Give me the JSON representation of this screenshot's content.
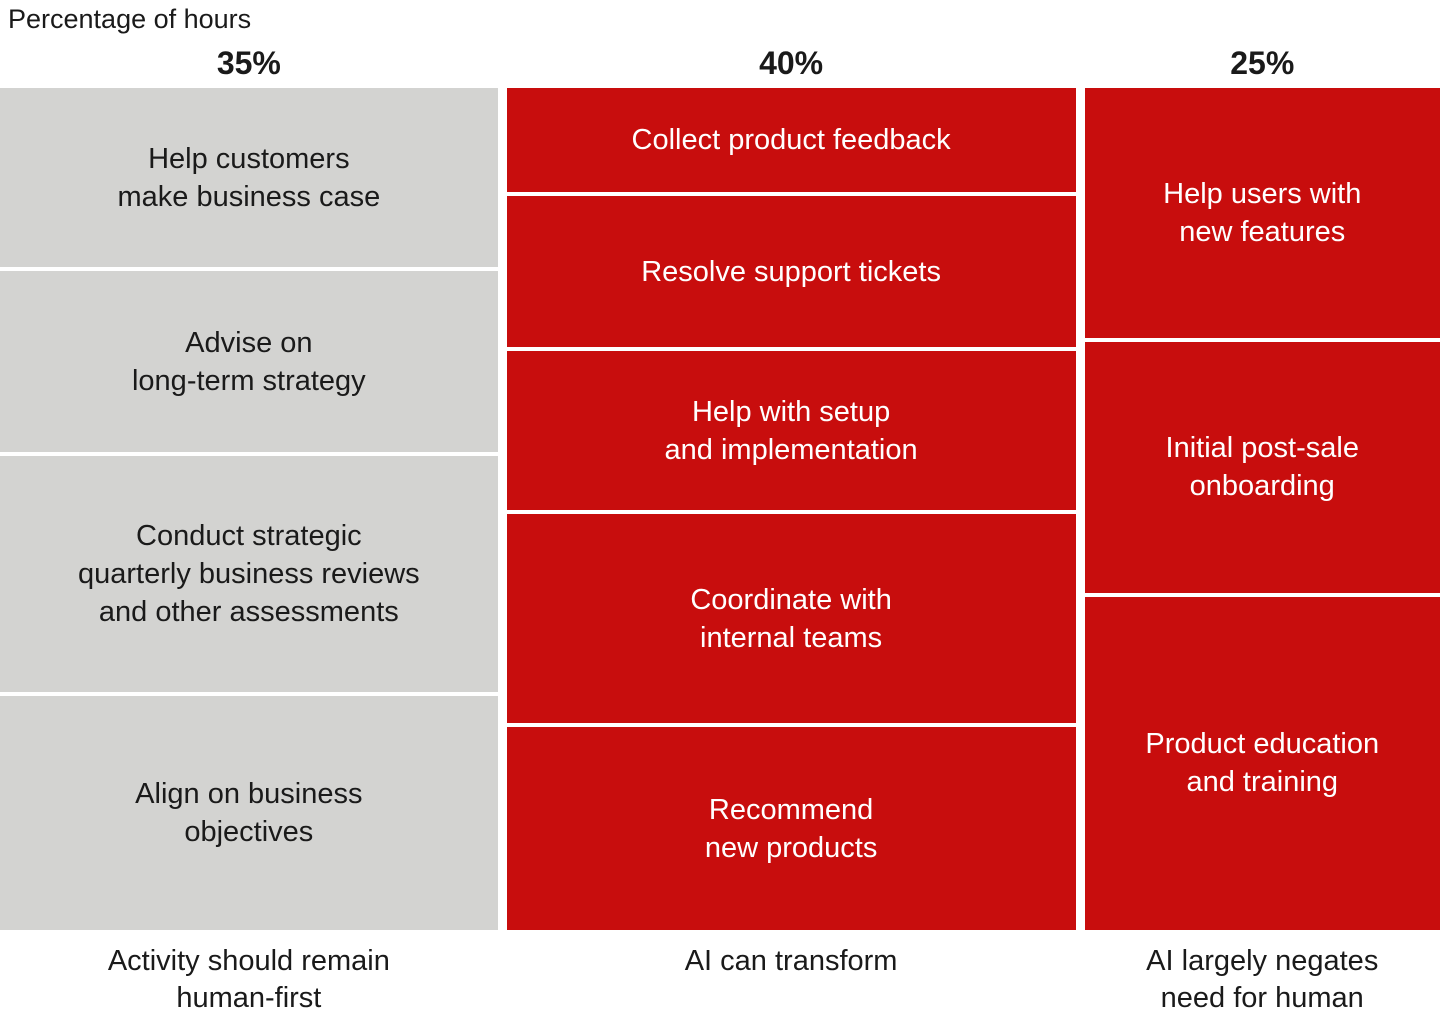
{
  "chart_data": {
    "type": "treemap",
    "title": "Percentage of hours",
    "layout_hint": "three vertical stacks (marimekko style) sized 35/40/25 percent of width; gray = human-first activities, red = AI-addressable activities; segment heights proportional to share of hours; white dividers; footers under each stack",
    "columns": [
      {
        "header": "35%",
        "value": 35,
        "role": "human",
        "footer": "Activity should remain\nhuman-first",
        "segments": [
          {
            "label": "Help customers\nmake business case",
            "size": 179
          },
          {
            "label": "Advise on\nlong-term strategy",
            "size": 181
          },
          {
            "label": "Conduct strategic\nquarterly business reviews\nand other assessments",
            "size": 236
          },
          {
            "label": "Align on business\nobjectives",
            "size": 234
          }
        ]
      },
      {
        "header": "40%",
        "value": 40,
        "role": "ai",
        "footer": "AI can transform",
        "segments": [
          {
            "label": "Collect product feedback",
            "size": 104
          },
          {
            "label": "Resolve support tickets",
            "size": 151
          },
          {
            "label": "Help with setup\nand implementation",
            "size": 159
          },
          {
            "label": "Coordinate with\ninternal teams",
            "size": 209
          },
          {
            "label": "Recommend\nnew products",
            "size": 203
          }
        ]
      },
      {
        "header": "25%",
        "value": 25,
        "role": "ai",
        "footer": "AI largely negates\nneed for human",
        "segments": [
          {
            "label": "Help users with\nnew features",
            "size": 250
          },
          {
            "label": "Initial post-sale\nonboarding",
            "size": 250
          },
          {
            "label": "Product education\nand training",
            "size": 333
          }
        ]
      }
    ]
  },
  "colors": {
    "human_segment": "#d3d3d1",
    "ai_segment": "#c80d0d",
    "divider": "#ffffff",
    "text_dark": "#1a1a1a",
    "text_light": "#ffffff",
    "background": "#ffffff"
  }
}
